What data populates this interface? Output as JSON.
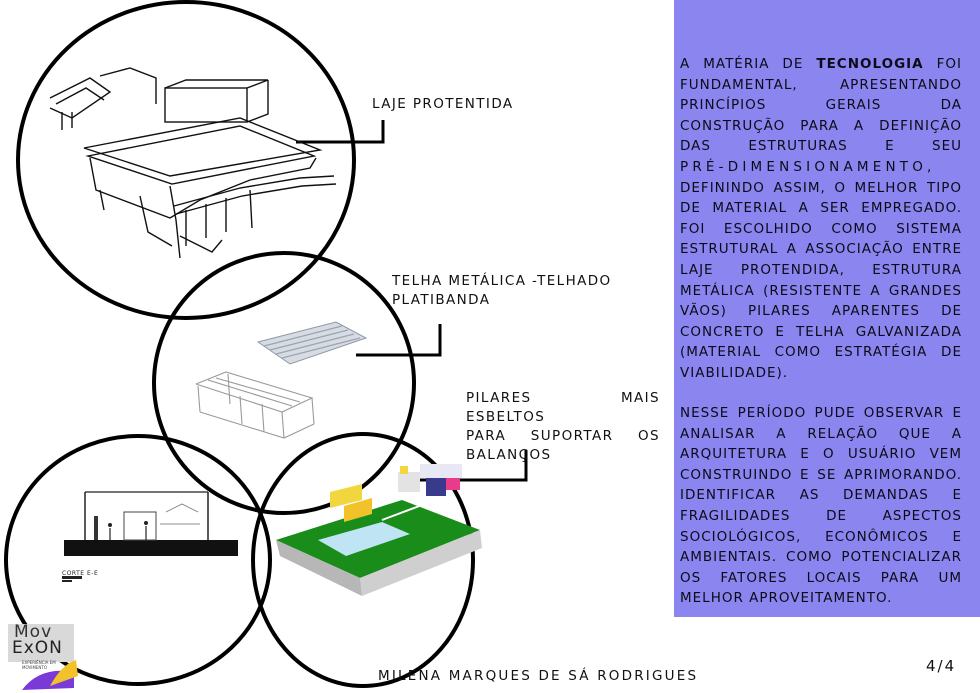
{
  "annotations": {
    "laje": "LAJE PROTENTIDA",
    "telha_line1": "TELHA METÁLICA -TELHADO",
    "telha_line2": "PLATIBANDA",
    "pilares_line1": "PILARES MAIS ESBELTOS",
    "pilares_line2": "PARA SUPORTAR OS",
    "pilares_line3": "BALANÇOS"
  },
  "section_label": "CORTE E-E",
  "panel": {
    "color": "#8b85f0",
    "paragraph1": [
      {
        "pre": "A MATÉRIA DE ",
        "bold": "TECNOLOGIA",
        "post": " FOI"
      },
      "FUNDAMENTAL, APRESENTANDO",
      "PRINCÍPIOS GERAIS DA",
      "CONSTRUÇÃO PARA A DEFINIÇÃO",
      "DAS ESTRUTURAS E SEU",
      "PRÉ-DIMENSIONAMENTO,",
      "DEFININDO ASSIM, O MELHOR TIPO",
      "DE MATERIAL A SER EMPREGADO.",
      "FOI ESCOLHIDO COMO SISTEMA",
      "ESTRUTURAL A ASSOCIAÇÃO ENTRE",
      "LAJE PROTENDIDA, ESTRUTURA",
      "METÁLICA (RESISTENTE A GRANDES",
      "VÃOS) PILARES APARENTES DE",
      "CONCRETO E TELHA GALVANIZADA",
      "(MATERIAL COMO ESTRATÉGIA DE",
      "VIABILIDADE)."
    ],
    "paragraph2": [
      "NESSE PERÍODO PUDE OBSERVAR E",
      "ANALISAR A RELAÇÃO QUE A",
      "ARQUITETURA E O USUÁRIO VEM",
      "CONSTRUINDO E SE APRIMORANDO.",
      "IDENTIFICAR AS DEMANDAS E",
      "FRAGILIDADES DE ASPECTOS",
      "SOCIOLÓGICOS, ECONÔMICOS E",
      "AMBIENTAIS. COMO POTENCIALIZAR",
      "OS FATORES LOCAIS PARA UM",
      "MELHOR APROVEITAMENTO."
    ]
  },
  "footer": {
    "author": "MILENA MARQUES DE SÁ RODRIGUES",
    "page": "4/4"
  },
  "logo": {
    "line1": "Mov",
    "line2": "ExON",
    "tagline1": "EXPERIÊNCIA EM",
    "tagline2": "MOVIMENTO",
    "colors": [
      "#7a3ad8",
      "#f2c22a",
      "#e83c8a"
    ]
  }
}
